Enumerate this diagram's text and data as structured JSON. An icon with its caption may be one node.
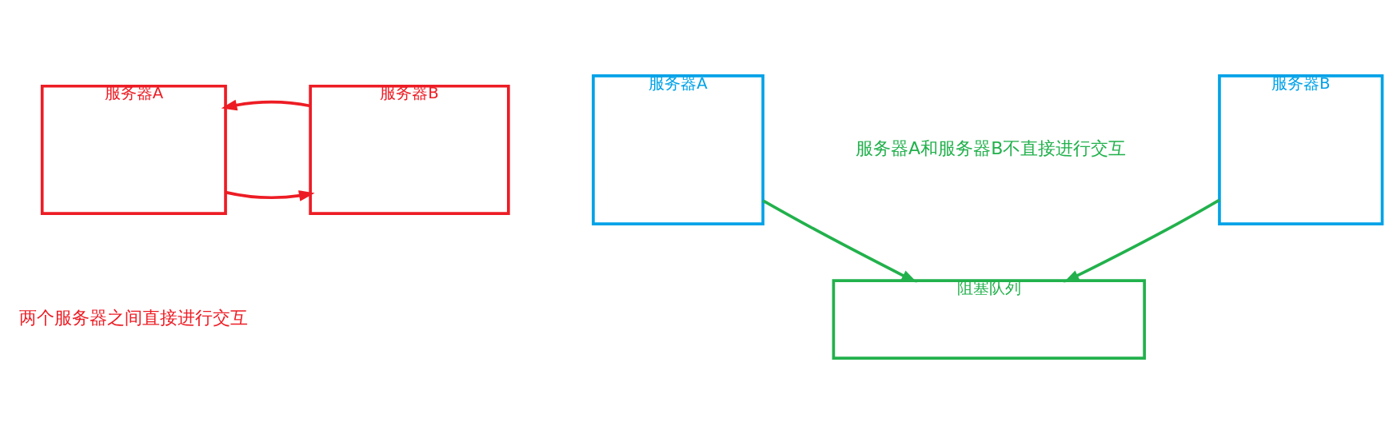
{
  "diagram": {
    "nodes": [
      {
        "text": [
          "服务器A"
        ]
      },
      {
        "text": [
          "服务器B"
        ]
      },
      {
        "text": [
          "服务器A"
        ]
      },
      {
        "text": [
          "服务器B"
        ]
      },
      {
        "text": [
          "阻塞队列"
        ]
      }
    ],
    "edges": [
      {
        "from": 0,
        "to": 1,
        "arrow": "to",
        "color": "#ed1c24"
      },
      {
        "from": 1,
        "to": 0,
        "arrow": "to",
        "color": "#ed1c24"
      },
      {
        "from": 2,
        "to": 4,
        "arrow": "to",
        "color": "#22b14c"
      },
      {
        "from": 3,
        "to": 4,
        "arrow": "to",
        "color": "#22b14c"
      }
    ],
    "labels": [
      "两个服务器之间直接进行交互",
      "服务器A和服务器B不直接进行交互"
    ]
  }
}
